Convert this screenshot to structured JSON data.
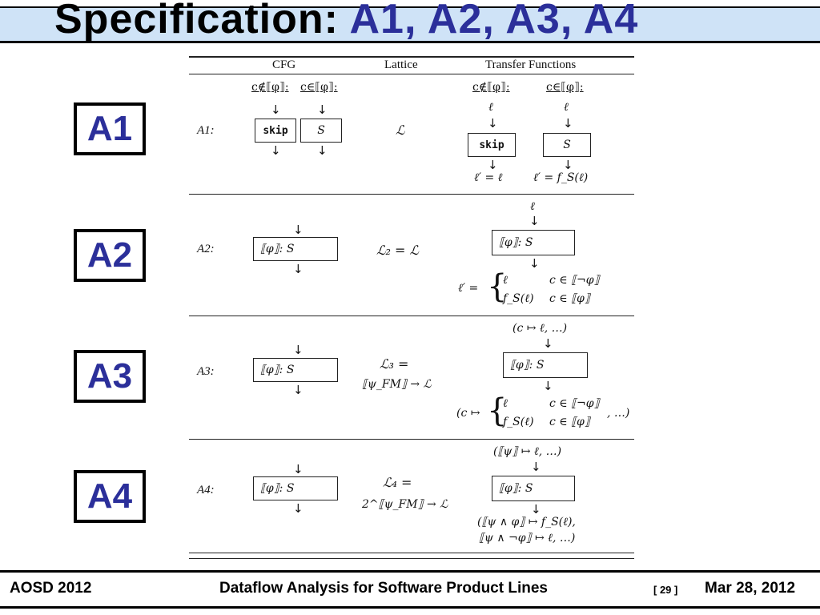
{
  "title": {
    "prefix": "Specification: ",
    "items": "A1, A2, A3, A4"
  },
  "badges": [
    "A1",
    "A2",
    "A3",
    "A4"
  ],
  "table": {
    "headers": [
      "CFG",
      "Lattice",
      "Transfer Functions"
    ],
    "rows": [
      {
        "label": "A1:",
        "cfg_notin": "c∉⟦φ⟧:",
        "cfg_in": "c∈⟦φ⟧:",
        "cfg_box1": "skip",
        "cfg_box2": "S",
        "lattice": "ℒ",
        "tf_notin": "c∉⟦φ⟧:",
        "tf_in": "c∈⟦φ⟧:",
        "tf_l": "ℓ",
        "tf_box1": "skip",
        "tf_box2": "S",
        "tf_out1": "ℓ′ = ℓ",
        "tf_out2": "ℓ′ = f_S(ℓ)"
      },
      {
        "label": "A2:",
        "cfg_box": "⟦φ⟧:  S",
        "lattice": "ℒ₂ = ℒ",
        "tf_in": "ℓ",
        "tf_box": "⟦φ⟧:  S",
        "tf_out_lhs": "ℓ′ =",
        "case1_val": "ℓ",
        "case1_cond": "c ∈ ⟦¬φ⟧",
        "case2_val": "f_S(ℓ)",
        "case2_cond": "c ∈ ⟦φ⟧"
      },
      {
        "label": "A3:",
        "cfg_box": "⟦φ⟧:  S",
        "lattice_line1": "ℒ₃ =",
        "lattice_line2": "⟦ψ_FM⟧ → ℒ",
        "tf_in": "(c ↦ ℓ, …)",
        "tf_box": "⟦φ⟧:  S",
        "tf_out_lhs": "(c ↦",
        "case1_val": "ℓ",
        "case1_cond": "c ∈ ⟦¬φ⟧",
        "case2_val": "f_S(ℓ)",
        "case2_cond": "c ∈ ⟦φ⟧",
        "tf_out_rhs": ", …)"
      },
      {
        "label": "A4:",
        "cfg_box": "⟦φ⟧:  S",
        "lattice_line1": "ℒ₄ =",
        "lattice_line2": "2^⟦ψ_FM⟧ → ℒ",
        "tf_in": "(⟦ψ⟧ ↦ ℓ, …)",
        "tf_box": "⟦φ⟧:  S",
        "tf_out1": "(⟦ψ ∧ φ⟧ ↦ f_S(ℓ),",
        "tf_out2": "⟦ψ ∧ ¬φ⟧ ↦ ℓ, …)"
      }
    ]
  },
  "footer": {
    "left": "AOSD 2012",
    "center": "Dataflow Analysis for Software Product Lines",
    "page": "[ 29 ]",
    "date": "Mar 28, 2012"
  },
  "colors": {
    "title_blue": "#2b2f9a",
    "title_bar_bg": "#cfe3f7",
    "badge_text": "#2b2f9a"
  }
}
